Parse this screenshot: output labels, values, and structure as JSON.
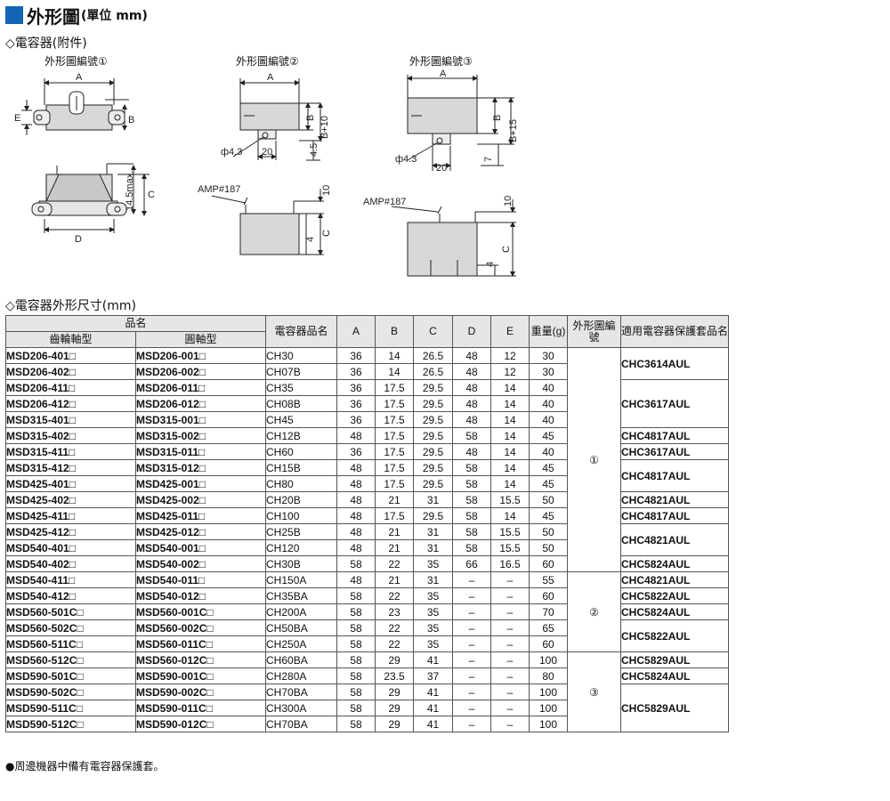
{
  "header": {
    "title": "外形圖",
    "unit": "(單位 mm)"
  },
  "section1": {
    "title": "◇電容器(附件)"
  },
  "drawings": {
    "fig1": {
      "caption": "外形圖編號①",
      "labels": {
        "A": "A",
        "B": "B",
        "E": "E",
        "C": "C",
        "D": "D",
        "h": "14.5max."
      }
    },
    "fig2": {
      "caption": "外形圖編號②",
      "labels": {
        "A": "A",
        "B": "B",
        "B10": "B+10",
        "d43": "ф4.3",
        "w20": "20",
        "h45": "4.5",
        "amp": "AMP#187",
        "t10": "10",
        "t4": "4",
        "C": "C"
      }
    },
    "fig3": {
      "caption": "外形圖編號③",
      "labels": {
        "A": "A",
        "B": "B",
        "B15": "B+15",
        "d43": "ф4.3",
        "w20": "20",
        "h7": "7",
        "amp": "AMP#187",
        "t10": "10",
        "t4": "4",
        "C": "C"
      }
    }
  },
  "section2": {
    "title": "◇電容器外形尺寸(mm)"
  },
  "table": {
    "head": {
      "pinming": "品名",
      "gear": "齒輪軸型",
      "round": "圓軸型",
      "cap": "電容器品名",
      "A": "A",
      "B": "B",
      "C": "C",
      "D": "D",
      "E": "E",
      "weight": "重量(g)",
      "fig": "外形圖編號",
      "cover": "適用電容器保護套品名"
    },
    "rows": [
      [
        "MSD206-401□",
        "MSD206-001□",
        "CH30",
        "36",
        "14",
        "26.5",
        "48",
        "12",
        "30"
      ],
      [
        "MSD206-402□",
        "MSD206-002□",
        "CH07B",
        "36",
        "14",
        "26.5",
        "48",
        "12",
        "30"
      ],
      [
        "MSD206-411□",
        "MSD206-011□",
        "CH35",
        "36",
        "17.5",
        "29.5",
        "48",
        "14",
        "40"
      ],
      [
        "MSD206-412□",
        "MSD206-012□",
        "CH08B",
        "36",
        "17.5",
        "29.5",
        "48",
        "14",
        "40"
      ],
      [
        "MSD315-401□",
        "MSD315-001□",
        "CH45",
        "36",
        "17.5",
        "29.5",
        "48",
        "14",
        "40"
      ],
      [
        "MSD315-402□",
        "MSD315-002□",
        "CH12B",
        "48",
        "17.5",
        "29.5",
        "58",
        "14",
        "45"
      ],
      [
        "MSD315-411□",
        "MSD315-011□",
        "CH60",
        "36",
        "17.5",
        "29.5",
        "48",
        "14",
        "40"
      ],
      [
        "MSD315-412□",
        "MSD315-012□",
        "CH15B",
        "48",
        "17.5",
        "29.5",
        "58",
        "14",
        "45"
      ],
      [
        "MSD425-401□",
        "MSD425-001□",
        "CH80",
        "48",
        "17.5",
        "29.5",
        "58",
        "14",
        "45"
      ],
      [
        "MSD425-402□",
        "MSD425-002□",
        "CH20B",
        "48",
        "21",
        "31",
        "58",
        "15.5",
        "50"
      ],
      [
        "MSD425-411□",
        "MSD425-011□",
        "CH100",
        "48",
        "17.5",
        "29.5",
        "58",
        "14",
        "45"
      ],
      [
        "MSD425-412□",
        "MSD425-012□",
        "CH25B",
        "48",
        "21",
        "31",
        "58",
        "15.5",
        "50"
      ],
      [
        "MSD540-401□",
        "MSD540-001□",
        "CH120",
        "48",
        "21",
        "31",
        "58",
        "15.5",
        "50"
      ],
      [
        "MSD540-402□",
        "MSD540-002□",
        "CH30B",
        "58",
        "22",
        "35",
        "66",
        "16.5",
        "60"
      ],
      [
        "MSD540-411□",
        "MSD540-011□",
        "CH150A",
        "48",
        "21",
        "31",
        "–",
        "–",
        "55"
      ],
      [
        "MSD540-412□",
        "MSD540-012□",
        "CH35BA",
        "58",
        "22",
        "35",
        "–",
        "–",
        "60"
      ],
      [
        "MSD560-501C□",
        "MSD560-001C□",
        "CH200A",
        "58",
        "23",
        "35",
        "–",
        "–",
        "70"
      ],
      [
        "MSD560-502C□",
        "MSD560-002C□",
        "CH50BA",
        "58",
        "22",
        "35",
        "–",
        "–",
        "65"
      ],
      [
        "MSD560-511C□",
        "MSD560-011C□",
        "CH250A",
        "58",
        "22",
        "35",
        "–",
        "–",
        "60"
      ],
      [
        "MSD560-512C□",
        "MSD560-012C□",
        "CH60BA",
        "58",
        "29",
        "41",
        "–",
        "–",
        "100"
      ],
      [
        "MSD590-501C□",
        "MSD590-001C□",
        "CH280A",
        "58",
        "23.5",
        "37",
        "–",
        "–",
        "80"
      ],
      [
        "MSD590-502C□",
        "MSD590-002C□",
        "CH70BA",
        "58",
        "29",
        "41",
        "–",
        "–",
        "100"
      ],
      [
        "MSD590-511C□",
        "MSD590-011C□",
        "CH300A",
        "58",
        "29",
        "41",
        "–",
        "–",
        "100"
      ],
      [
        "MSD590-512C□",
        "MSD590-012C□",
        "CH70BA",
        "58",
        "29",
        "41",
        "–",
        "–",
        "100"
      ]
    ],
    "figures": [
      {
        "label": "①",
        "row": 0,
        "span": 14
      },
      {
        "label": "②",
        "row": 14,
        "span": 5
      },
      {
        "label": "③",
        "row": 19,
        "span": 5
      }
    ],
    "covers": [
      {
        "label": "CHC3614AUL",
        "row": 0,
        "span": 2
      },
      {
        "label": "CHC3617AUL",
        "row": 2,
        "span": 3
      },
      {
        "label": "CHC4817AUL",
        "row": 5,
        "span": 1
      },
      {
        "label": "CHC3617AUL",
        "row": 6,
        "span": 1
      },
      {
        "label": "CHC4817AUL",
        "row": 7,
        "span": 2
      },
      {
        "label": "CHC4821AUL",
        "row": 9,
        "span": 1
      },
      {
        "label": "CHC4817AUL",
        "row": 10,
        "span": 1
      },
      {
        "label": "CHC4821AUL",
        "row": 11,
        "span": 2
      },
      {
        "label": "CHC5824AUL",
        "row": 13,
        "span": 1
      },
      {
        "label": "CHC4821AUL",
        "row": 14,
        "span": 1
      },
      {
        "label": "CHC5822AUL",
        "row": 15,
        "span": 1
      },
      {
        "label": "CHC5824AUL",
        "row": 16,
        "span": 1
      },
      {
        "label": "CHC5822AUL",
        "row": 17,
        "span": 2
      },
      {
        "label": "CHC5829AUL",
        "row": 19,
        "span": 1
      },
      {
        "label": "CHC5824AUL",
        "row": 20,
        "span": 1
      },
      {
        "label": "CHC5829AUL",
        "row": 21,
        "span": 3
      }
    ]
  },
  "note": "●周邊機器中備有電容器保護套。"
}
